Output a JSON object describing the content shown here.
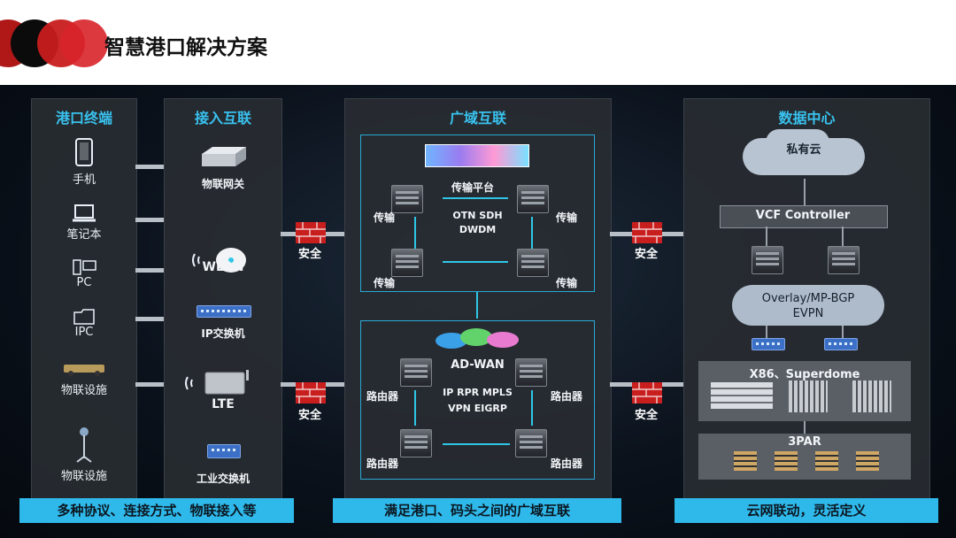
{
  "header": {
    "title": "智慧港口解决方案"
  },
  "panels": {
    "terminal": {
      "title": "港口终端",
      "items": [
        "手机",
        "笔记本",
        "PC",
        "IPC",
        "物联设施",
        "物联设施"
      ]
    },
    "access": {
      "title": "接入互联",
      "items": [
        "物联网关",
        "WLAN",
        "IP交换机",
        "LTE",
        "工业交换机"
      ]
    },
    "wan": {
      "title": "广域互联",
      "transport": {
        "platform": "传输平台",
        "tech": "OTN  SDH",
        "tech2": "DWDM",
        "node": "传输"
      },
      "adwan": {
        "label": "AD-WAN",
        "tech": "IP RPR  MPLS",
        "tech2": "VPN  EIGRP",
        "node": "路由器"
      }
    },
    "dc": {
      "title": "数据中心",
      "cloud": "私有云",
      "controller": "VCF Controller",
      "overlay": "Overlay/MP-BGP",
      "evpn": "EVPN",
      "compute": "X86、Superdome",
      "storage": "3PAR"
    }
  },
  "firewall_label": "安全",
  "bars": [
    "多种协议、连接方式、物联接入等",
    "满足港口、码头之间的广域互联",
    "云网联动，灵活定义"
  ],
  "colors": {
    "accent": "#39c2ef",
    "bar": "#2fb9ea",
    "logo_red": "#c81e1e"
  }
}
